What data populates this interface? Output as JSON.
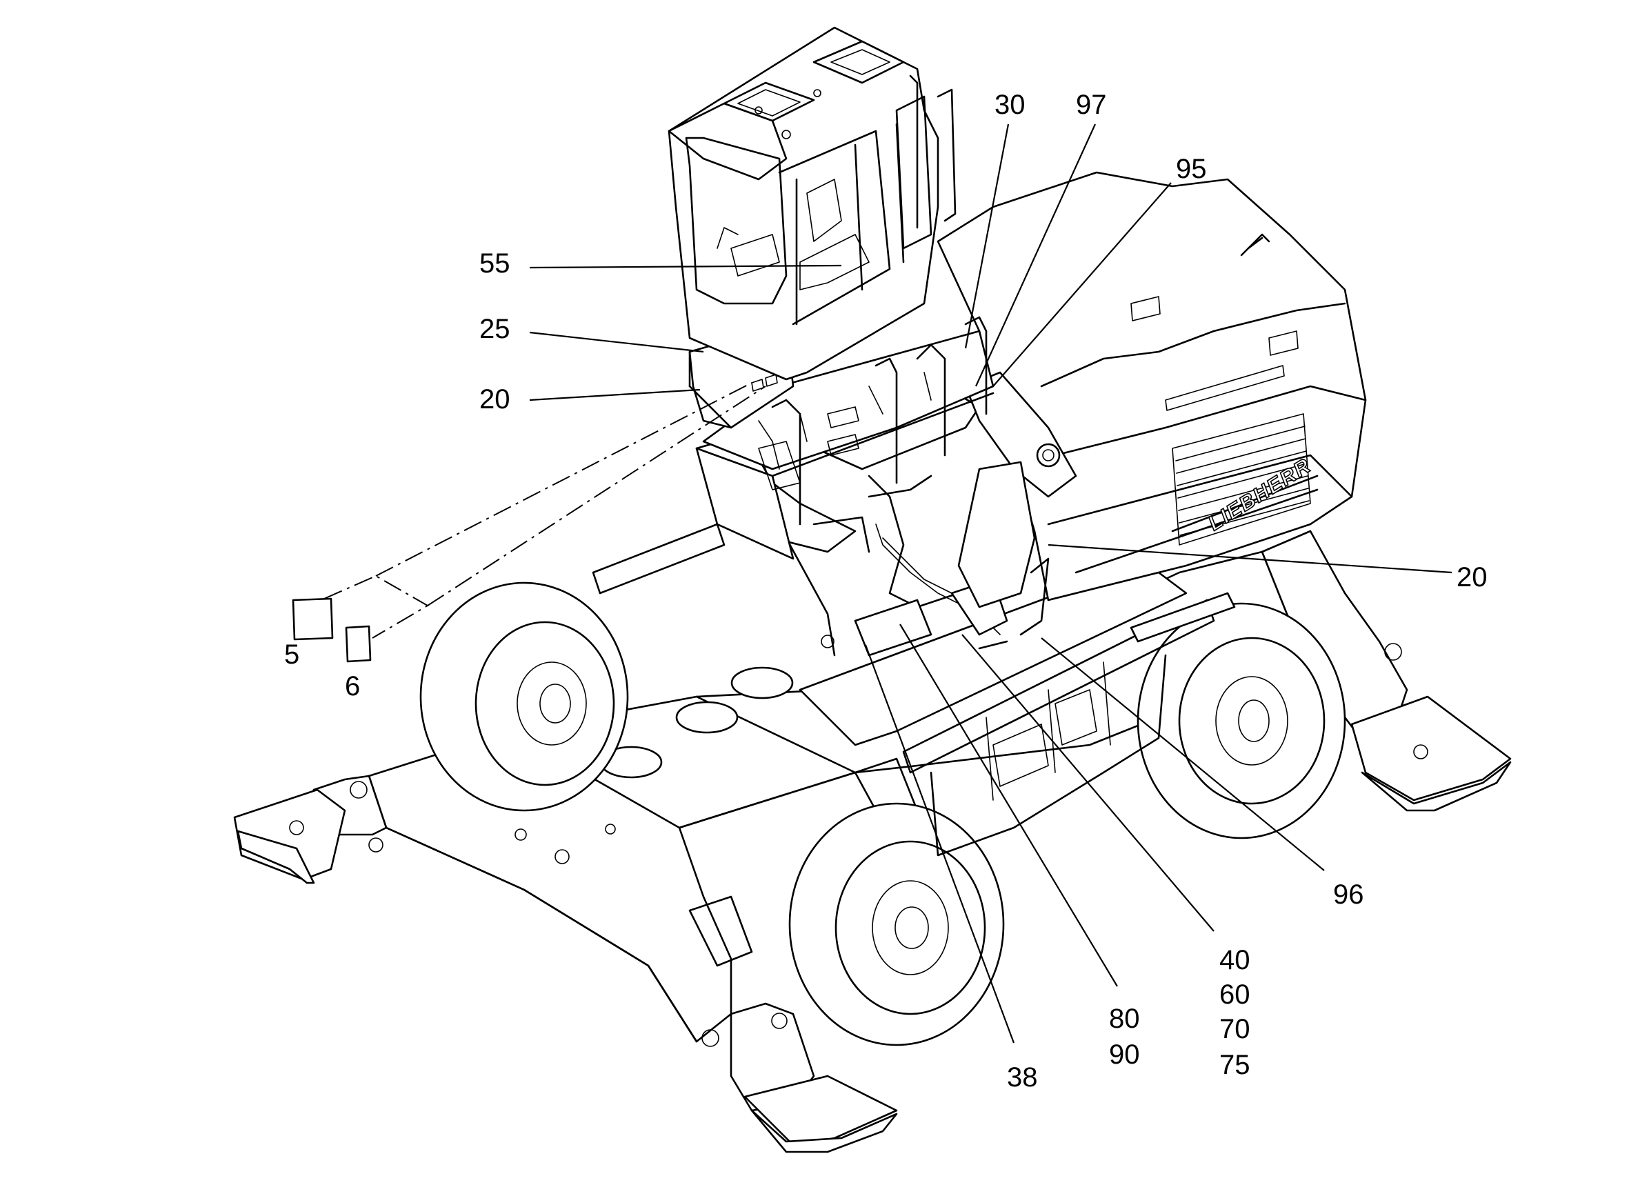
{
  "diagram": {
    "brand_text": "LIEBHERR",
    "callouts": [
      {
        "id": "c30",
        "text": "30"
      },
      {
        "id": "c97",
        "text": "97"
      },
      {
        "id": "c95",
        "text": "95"
      },
      {
        "id": "c55",
        "text": "55"
      },
      {
        "id": "c25",
        "text": "25"
      },
      {
        "id": "c20a",
        "text": "20"
      },
      {
        "id": "c20b",
        "text": "20"
      },
      {
        "id": "c5",
        "text": "5"
      },
      {
        "id": "c6",
        "text": "6"
      },
      {
        "id": "c96",
        "text": "96"
      },
      {
        "id": "c40",
        "text": "40"
      },
      {
        "id": "c60",
        "text": "60"
      },
      {
        "id": "c70",
        "text": "70"
      },
      {
        "id": "c75",
        "text": "75"
      },
      {
        "id": "c80",
        "text": "80"
      },
      {
        "id": "c90",
        "text": "90"
      },
      {
        "id": "c38",
        "text": "38"
      }
    ]
  }
}
